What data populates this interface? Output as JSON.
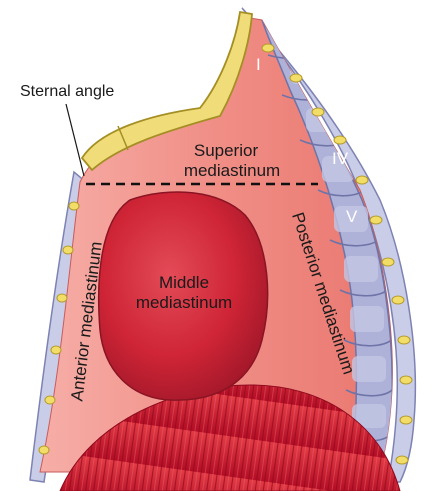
{
  "diagram": {
    "labels": {
      "sternal_angle": "Sternal angle",
      "superior_line1": "Superior",
      "superior_line2": "mediastinum",
      "middle_line1": "Middle",
      "middle_line2": "mediastinum",
      "anterior": "Anterior mediastinum",
      "posterior": "Posterior mediastinum"
    },
    "vertebra_numerals": [
      "I",
      "IV",
      "V"
    ],
    "colors": {
      "cavity": "#f08e86",
      "cavity_light": "#f6aea7",
      "heart": "#d0283a",
      "heart_dark": "#a31a2a",
      "diaphragm": "#c8102e",
      "sternum_bone": "#f0dd7a",
      "spine": "#aeb2d8",
      "wall": "#c9cde8",
      "rib_nodule": "#f2dd68",
      "boundary_line": "#111111"
    }
  }
}
